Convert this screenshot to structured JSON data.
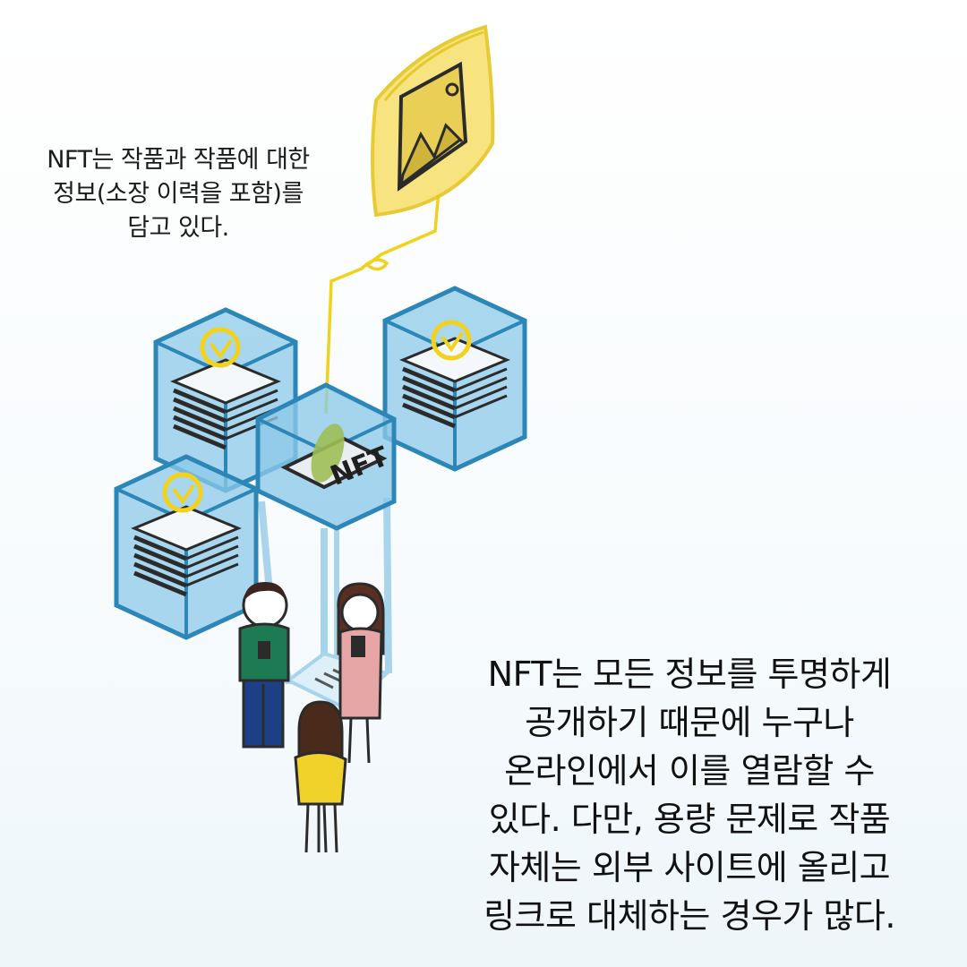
{
  "captions": {
    "top": [
      "NFT는 작품과 작품에 대한",
      "정보(소장 이력을 포함)를",
      "담고 있다."
    ],
    "bottom": [
      "NFT는 모든 정보를 투명하게",
      "공개하기 때문에 누구나",
      "온라인에서 이를 열람할 수",
      "있다. 다만, 용량 문제로 작품",
      "자체는 외부 사이트에 올리고",
      "링크로 대체하는 경우가 많다."
    ]
  },
  "illustration": {
    "center_block_label": "NFT",
    "colors": {
      "block_fill": "#8cc9e8",
      "block_stroke": "#2d86b8",
      "artwork_fill": "#f7e27a",
      "artwork_stroke": "#e6c92a",
      "check_circle": "#f2d21b"
    }
  }
}
